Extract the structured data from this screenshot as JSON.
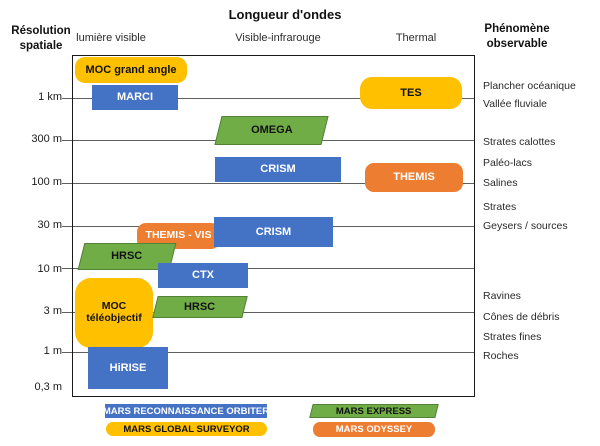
{
  "title": "Longueur d'ondes",
  "axes": {
    "y_title_line1": "Résolution",
    "y_title_line2": "spatiale",
    "right_title_line1": "Phénomène",
    "right_title_line2": "observable"
  },
  "columns": [
    "lumière visible",
    "Visible-infrarouge",
    "Thermal"
  ],
  "y_ticks": [
    "1 km",
    "300 m",
    "100 m",
    "30 m",
    "10 m",
    "3 m",
    "1 m",
    "0,3 m"
  ],
  "phenomena": [
    "Plancher océanique",
    "Vallée fluviale",
    "Strates calottes",
    "Paléo-lacs",
    "Salines",
    "Strates",
    "Geysers / sources",
    "Ravines",
    "Cônes de débris",
    "Strates fines",
    "Roches"
  ],
  "legend": [
    {
      "label": "MARS RECONNAISSANCE ORBITER",
      "color": "#4472C4"
    },
    {
      "label": "MARS GLOBAL SURVEYOR",
      "color": "#FFC000"
    },
    {
      "label": "MARS EXPRESS",
      "color": "#70AD47"
    },
    {
      "label": "MARS ODYSSEY",
      "color": "#ED7D31"
    }
  ],
  "colors": {
    "mars_reconnaissance_orbiter": "#4472C4",
    "mars_global_surveyor": "#FFC000",
    "mars_express": "#70AD47",
    "mars_odyssey": "#ED7D31",
    "gridline": "#5f5f5f",
    "frame": "#1a1a1a"
  },
  "chart_data": {
    "type": "bar",
    "subtype": "floating-range-boxes-on-log-y-scale",
    "title": "Longueur d'ondes",
    "xlabel": "Longueur d'ondes",
    "ylabel": "Résolution spatiale",
    "y_scale": "log",
    "y_tick_labels": [
      "1 km",
      "300 m",
      "100 m",
      "30 m",
      "10 m",
      "3 m",
      "1 m",
      "0,3 m"
    ],
    "y_range_m": [
      0.3,
      3000
    ],
    "x_bands": [
      "lumière visible",
      "Visible-infrarouge",
      "Thermal"
    ],
    "grid": true,
    "legend_position": "bottom",
    "series": [
      {
        "name": "MOC grand angle",
        "mission": "MARS GLOBAL SURVEYOR",
        "band": "lumière visible",
        "res_min_m": 1500,
        "res_max_m": 3000
      },
      {
        "name": "MARCI",
        "mission": "MARS RECONNAISSANCE ORBITER",
        "band": "lumière visible",
        "res_min_m": 700,
        "res_max_m": 1400
      },
      {
        "name": "TES",
        "mission": "MARS GLOBAL SURVEYOR",
        "band": "Thermal",
        "res_min_m": 750,
        "res_max_m": 1800
      },
      {
        "name": "OMEGA",
        "mission": "MARS EXPRESS",
        "band": "Visible-infrarouge",
        "res_min_m": 280,
        "res_max_m": 620
      },
      {
        "name": "CRISM",
        "mission": "MARS RECONNAISSANCE ORBITER",
        "band": "Visible-infrarouge",
        "res_min_m": 100,
        "res_max_m": 200
      },
      {
        "name": "THEMIS",
        "mission": "MARS ODYSSEY",
        "band": "Thermal",
        "res_min_m": 80,
        "res_max_m": 170
      },
      {
        "name": "THEMIS - VIS",
        "mission": "MARS ODYSSEY",
        "band": "lumière visible",
        "res_min_m": 17,
        "res_max_m": 34
      },
      {
        "name": "CRISM",
        "mission": "MARS RECONNAISSANCE ORBITER",
        "band": "Visible-infrarouge",
        "res_min_m": 18,
        "res_max_m": 40
      },
      {
        "name": "HRSC",
        "mission": "MARS EXPRESS",
        "band": "lumière visible",
        "res_min_m": 10,
        "res_max_m": 20
      },
      {
        "name": "CTX",
        "mission": "MARS RECONNAISSANCE ORBITER",
        "band": "lumière visible",
        "res_min_m": 6,
        "res_max_m": 12
      },
      {
        "name": "MOC téléobjectif",
        "mission": "MARS GLOBAL SURVEYOR",
        "band": "lumière visible",
        "res_min_m": 1.1,
        "res_max_m": 8
      },
      {
        "name": "HRSC",
        "mission": "MARS EXPRESS",
        "band": "lumière visible",
        "res_min_m": 2.5,
        "res_max_m": 5
      },
      {
        "name": "HiRISE",
        "mission": "MARS RECONNAISSANCE ORBITER",
        "band": "lumière visible",
        "res_min_m": 0.4,
        "res_max_m": 1.2
      }
    ],
    "right_annotations": [
      {
        "label": "Plancher océanique",
        "approx_res_m": 1400
      },
      {
        "label": "Vallée fluviale",
        "approx_res_m": 850
      },
      {
        "label": "Strates calottes",
        "approx_res_m": 300
      },
      {
        "label": "Paléo-lacs",
        "approx_res_m": 170
      },
      {
        "label": "Salines",
        "approx_res_m": 100
      },
      {
        "label": "Strates",
        "approx_res_m": 50
      },
      {
        "label": "Geysers / sources",
        "approx_res_m": 30
      },
      {
        "label": "Ravines",
        "approx_res_m": 4.5
      },
      {
        "label": "Cônes de débris",
        "approx_res_m": 2.5
      },
      {
        "label": "Strates fines",
        "approx_res_m": 1.5
      },
      {
        "label": "Roches",
        "approx_res_m": 0.9
      }
    ]
  }
}
